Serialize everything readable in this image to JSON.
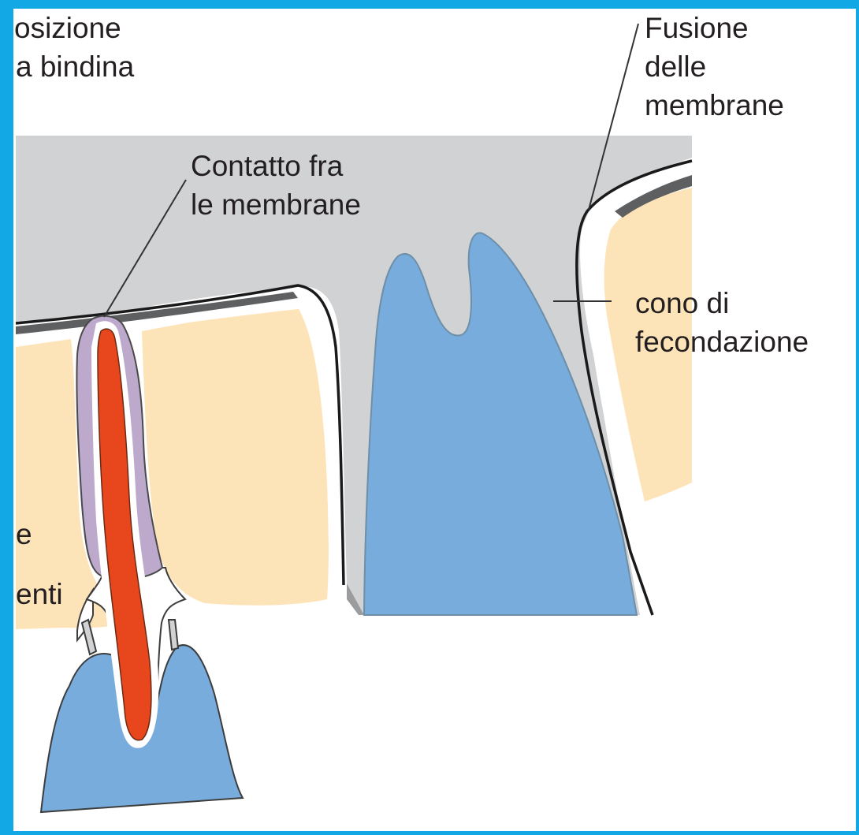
{
  "labels": {
    "top_left_line1": "osizione",
    "top_left_line2": "a bindina",
    "contact_line1": "Contatto fra",
    "contact_line2": "le membrane",
    "fusion_line1": "Fusione",
    "fusion_line2": "delle",
    "fusion_line3": "membrane",
    "cone_line1": "cono di",
    "cone_line2": "fecondazione",
    "left_mid_1": "e",
    "left_mid_2": "enti"
  },
  "colors": {
    "frame": "#12a8e6",
    "egg_region": "#d1d2d4",
    "cytoplasm": "#fde4b8",
    "cone": "#78acdc",
    "acrosome": "#bda9cb",
    "nucleus": "#e8461c",
    "membrane": "#1a1a1a",
    "vitelline_layer": "#5e5f61"
  }
}
